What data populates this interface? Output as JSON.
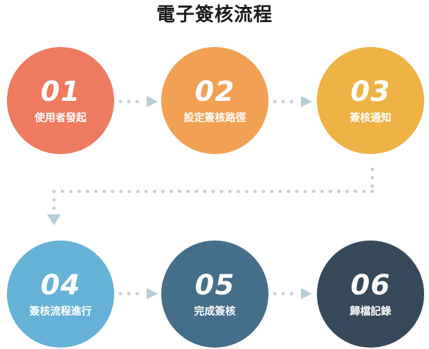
{
  "title": "電子簽核流程",
  "background": "#ffffff",
  "title_color": "#1a1a1a",
  "connector": {
    "dot_color": "#c3d2da",
    "arrow_color": "#b9cbd5",
    "style": "dotted-with-triangle-arrowhead"
  },
  "steps": [
    {
      "number": "01",
      "label": "使用者發起",
      "color": "#ee7a5f"
    },
    {
      "number": "02",
      "label": "設定簽核路徑",
      "color": "#f2a054"
    },
    {
      "number": "03",
      "label": "簽核通知",
      "color": "#efb244"
    },
    {
      "number": "04",
      "label": "簽核流程進行",
      "color": "#66b2d6"
    },
    {
      "number": "05",
      "label": "完成簽核",
      "color": "#456e8a"
    },
    {
      "number": "06",
      "label": "歸檔記錄",
      "color": "#35495a"
    }
  ]
}
